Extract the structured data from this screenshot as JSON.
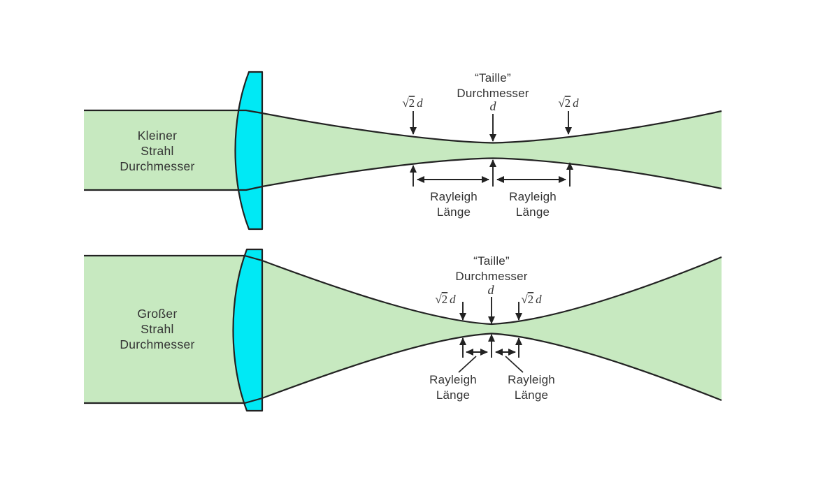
{
  "colors": {
    "beam_fill": "#c7e9c0",
    "lens_fill": "#00e9f5",
    "line": "#222222",
    "text": "#333333",
    "background": "#ffffff"
  },
  "math": {
    "sqrt": "√",
    "two": "2",
    "d": "d"
  },
  "top_diagram": {
    "beam_label": {
      "line1": "Kleiner",
      "line2": "Strahl",
      "line3": "Durchmesser"
    },
    "waist": {
      "line1": "“Taille”",
      "line2": "Durchmesser"
    },
    "rayleigh_left": {
      "line1": "Rayleigh",
      "line2": "Länge"
    },
    "rayleigh_right": {
      "line1": "Rayleigh",
      "line2": "Länge"
    }
  },
  "bottom_diagram": {
    "beam_label": {
      "line1": "Großer",
      "line2": "Strahl",
      "line3": "Durchmesser"
    },
    "waist": {
      "line1": "“Taille”",
      "line2": "Durchmesser"
    },
    "rayleigh_left": {
      "line1": "Rayleigh",
      "line2": "Länge"
    },
    "rayleigh_right": {
      "line1": "Rayleigh",
      "line2": "Länge"
    }
  }
}
